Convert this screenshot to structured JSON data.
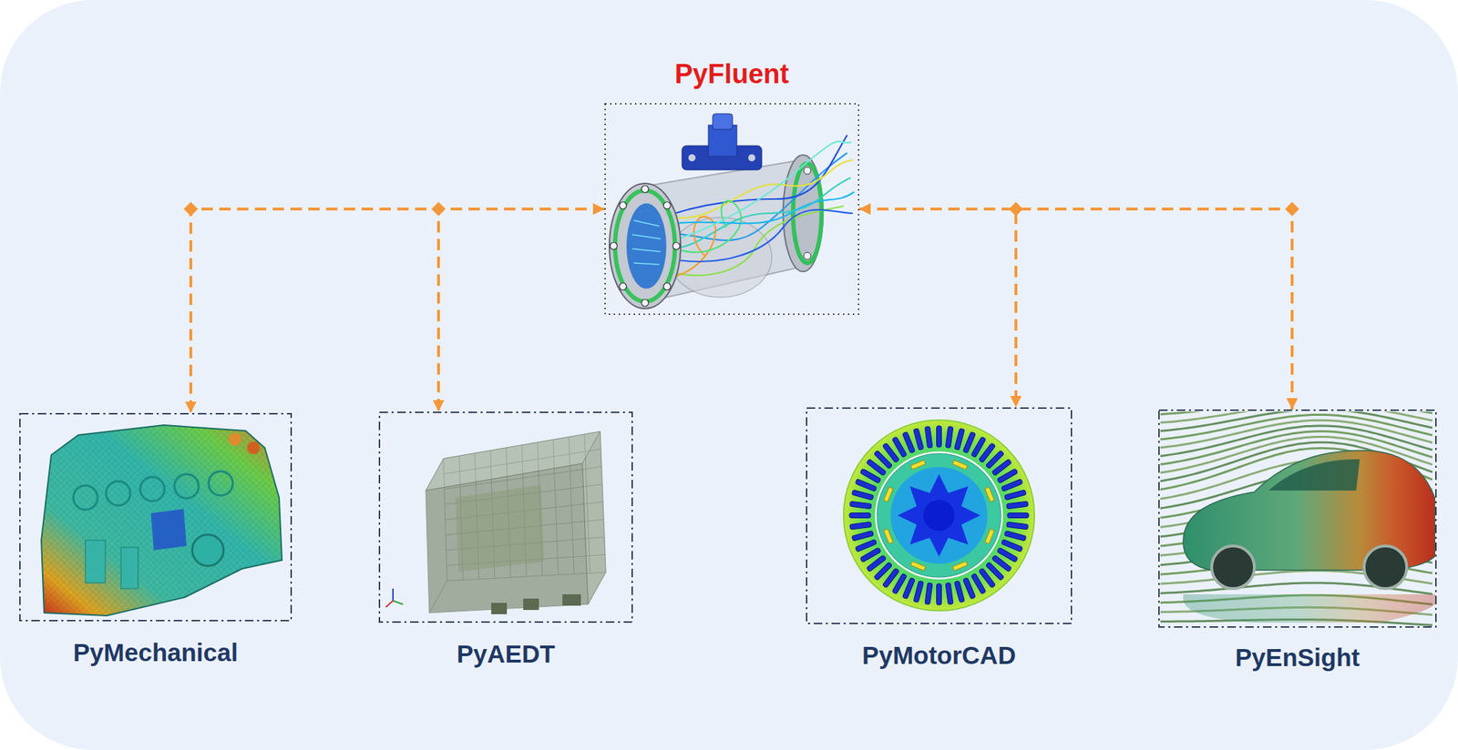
{
  "diagram": {
    "nodes": [
      {
        "text": [
          "PyFluent"
        ]
      },
      {
        "text": [
          "PyMechanical"
        ]
      },
      {
        "text": [
          "PyAEDT"
        ]
      },
      {
        "text": [
          "PyMotorCAD"
        ]
      },
      {
        "text": [
          "PyEnSight"
        ]
      }
    ],
    "edges": [
      {
        "from": 0,
        "to": 1,
        "arrow": "both"
      },
      {
        "from": 0,
        "to": 2,
        "arrow": "both"
      },
      {
        "from": 0,
        "to": 3,
        "arrow": "both"
      },
      {
        "from": 0,
        "to": 4,
        "arrow": "both"
      }
    ]
  }
}
